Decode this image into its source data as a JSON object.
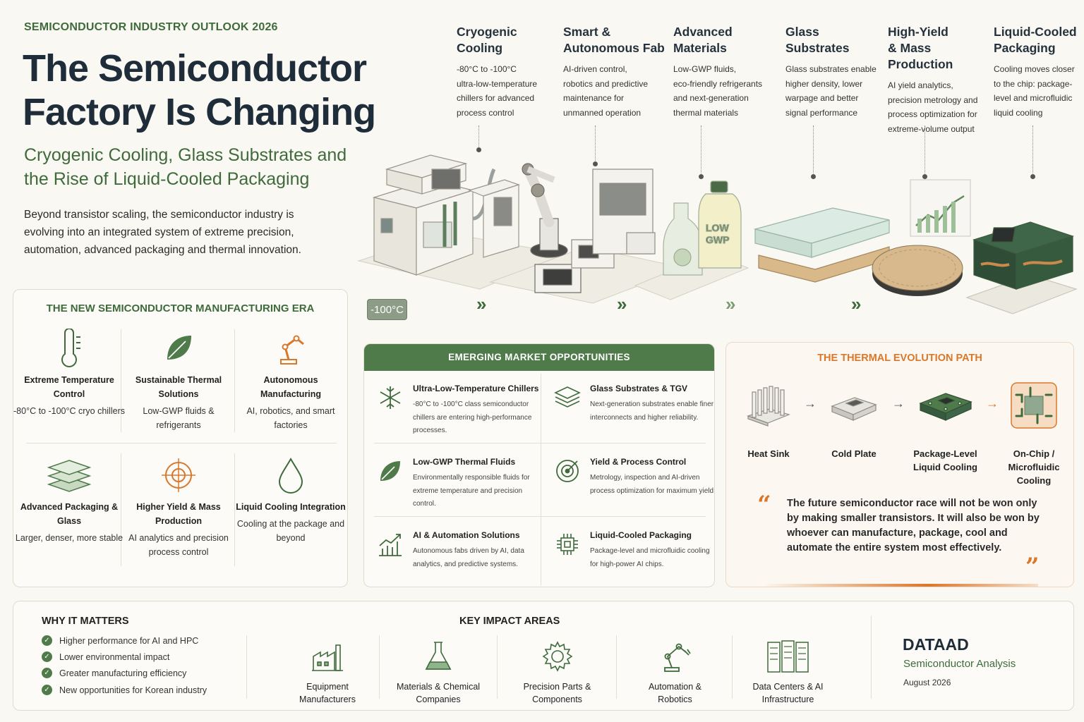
{
  "header": {
    "eyebrow": "SEMICONDUCTOR INDUSTRY OUTLOOK 2026",
    "title": "The Semiconductor Factory Is Changing",
    "subtitle": "Cryogenic Cooling, Glass Substrates and the Rise of Liquid-Cooled Packaging",
    "intro": "Beyond transistor scaling, the semiconductor industry is evolving into an integrated system of extreme precision, automation, advanced packaging and thermal innovation."
  },
  "columns": [
    {
      "title": "Cryogenic\nCooling",
      "text": "-80°C to -100°C\nultra-low-temperature\nchillers for advanced\nprocess control"
    },
    {
      "title": "Smart &\nAutonomous Fab",
      "text": "AI-driven control,\nrobotics and predictive\nmaintenance for\nunmanned operation"
    },
    {
      "title": "Advanced\nMaterials",
      "text": "Low-GWP fluids,\neco-friendly refrigerants\nand next-generation\nthermal materials"
    },
    {
      "title": "Glass\nSubstrates",
      "text": "Glass substrates enable\nhigher density, lower\nwarpage and better\nsignal performance"
    },
    {
      "title": "High-Yield\n& Mass Production",
      "text": "AI yield analytics,\nprecision metrology and\nprocess optimization for\nextreme-volume output"
    },
    {
      "title": "Liquid-Cooled\nPackaging",
      "text": "Cooling moves closer\nto the chip: package-\nlevel and microfluidic\nliquid cooling"
    }
  ],
  "illustration": {
    "temp_badge": "-100°C",
    "bottle_label_1": "LOW",
    "bottle_label_2": "GWP",
    "chevron": "»"
  },
  "era": {
    "title": "THE NEW SEMICONDUCTOR MANUFACTURING ERA",
    "cells": [
      {
        "title": "Extreme Temperature Control",
        "text": "-80°C to -100°C cryo chillers",
        "icon": "thermometer-icon"
      },
      {
        "title": "Sustainable Thermal Solutions",
        "text": "Low-GWP fluids & refrigerants",
        "icon": "leaf-icon"
      },
      {
        "title": "Autonomous Manufacturing",
        "text": "AI, robotics, and smart factories",
        "icon": "robot-arm-icon"
      },
      {
        "title": "Advanced Packaging & Glass",
        "text": "Larger, denser, more stable",
        "icon": "layers-icon"
      },
      {
        "title": "Higher Yield & Mass Production",
        "text": "AI analytics and precision process control",
        "icon": "target-icon"
      },
      {
        "title": "Liquid Cooling Integration",
        "text": "Cooling at the package and beyond",
        "icon": "droplet-icon"
      }
    ]
  },
  "market": {
    "title": "EMERGING MARKET OPPORTUNITIES",
    "items": [
      {
        "title": "Ultra-Low-Temperature Chillers",
        "text": "-80°C to -100°C class semiconductor chillers are entering high-performance processes.",
        "icon": "snowflake-icon"
      },
      {
        "title": "Glass Substrates & TGV",
        "text": "Next-generation substrates enable finer interconnects and higher reliability.",
        "icon": "stack-icon"
      },
      {
        "title": "Low-GWP Thermal Fluids",
        "text": "Environmentally responsible fluids for extreme temperature and precision control.",
        "icon": "leaf-icon"
      },
      {
        "title": "Yield & Process Control",
        "text": "Metrology, inspection and AI-driven process optimization for maximum yield.",
        "icon": "target-icon"
      },
      {
        "title": "AI & Automation Solutions",
        "text": "Autonomous fabs driven by AI, data analytics, and predictive systems.",
        "icon": "chart-icon"
      },
      {
        "title": "Liquid-Cooled Packaging",
        "text": "Package-level and microfluidic cooling for high-power AI chips.",
        "icon": "chip-icon"
      }
    ]
  },
  "thermal": {
    "title": "THE THERMAL EVOLUTION PATH",
    "steps": [
      {
        "label": "Heat Sink",
        "icon": "heat-sink-icon"
      },
      {
        "label": "Cold Plate",
        "icon": "cold-plate-icon"
      },
      {
        "label": "Package-Level Liquid Cooling",
        "icon": "package-cooling-icon"
      },
      {
        "label": "On-Chip / Microfluidic Cooling",
        "icon": "microfluidic-icon"
      }
    ],
    "arrow": "→",
    "quote_open": "“",
    "quote_close": "”",
    "quote": "The future semiconductor race will not be won only by making smaller transistors. It will also be won by whoever can manufacture, package, cool and automate the entire system most effectively."
  },
  "why": {
    "title": "WHY IT MATTERS",
    "items": [
      "Higher performance for AI and HPC",
      "Lower environmental impact",
      "Greater manufacturing efficiency",
      "New opportunities for Korean industry"
    ],
    "check": "✓"
  },
  "impact": {
    "title": "KEY IMPACT AREAS",
    "items": [
      {
        "label": "Equipment Manufacturers",
        "icon": "factory-icon"
      },
      {
        "label": "Materials & Chemical Companies",
        "icon": "flask-icon"
      },
      {
        "label": "Precision Parts & Components",
        "icon": "gear-icon"
      },
      {
        "label": "Automation & Robotics",
        "icon": "robot-arm-icon"
      },
      {
        "label": "Data Centers & AI Infrastructure",
        "icon": "server-icon"
      }
    ]
  },
  "brand": {
    "name": "DATAAD",
    "sub": "Semiconductor Analysis",
    "date": "August 2026"
  },
  "colors": {
    "green": "#3f6b3c",
    "orange": "#d9772b",
    "dark": "#1f2d3a"
  }
}
